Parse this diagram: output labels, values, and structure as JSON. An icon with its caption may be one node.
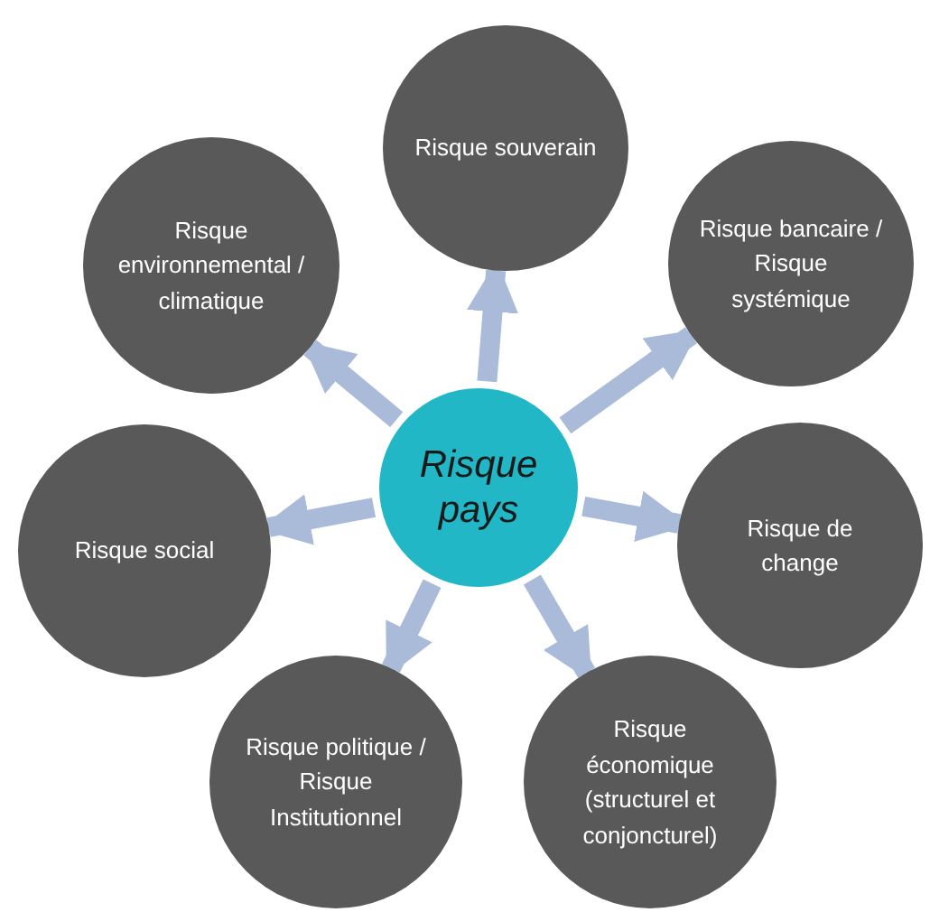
{
  "diagram": {
    "nodes": [
      {
        "text": [
          "Risque pays"
        ]
      },
      {
        "text": [
          "Risque souverain"
        ]
      },
      {
        "text": [
          "Risque bancaire / Risque systémique"
        ]
      },
      {
        "text": [
          "Risque de change"
        ]
      },
      {
        "text": [
          "Risque économique (structurel et conjoncturel)"
        ]
      },
      {
        "text": [
          "Risque politique / Risque Institutionnel"
        ]
      },
      {
        "text": [
          "Risque social"
        ]
      },
      {
        "text": [
          "Risque environnemental / climatique"
        ]
      }
    ],
    "edges": [
      {
        "from": 0,
        "to": 1,
        "arrow": "to"
      },
      {
        "from": 0,
        "to": 2,
        "arrow": "to"
      },
      {
        "from": 0,
        "to": 3,
        "arrow": "to"
      },
      {
        "from": 0,
        "to": 4,
        "arrow": "to"
      },
      {
        "from": 0,
        "to": 5,
        "arrow": "to"
      },
      {
        "from": 0,
        "to": 6,
        "arrow": "to"
      },
      {
        "from": 0,
        "to": 7,
        "arrow": "to"
      }
    ]
  }
}
